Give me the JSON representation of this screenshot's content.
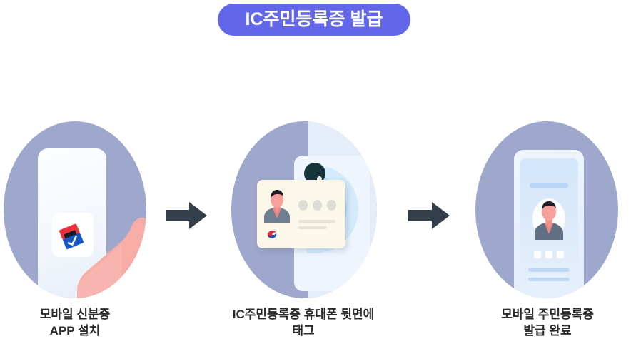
{
  "header": {
    "badge_label": "IC주민등록증 발급",
    "badge_color": "#6167e8",
    "badge_text_color": "#ffffff"
  },
  "theme": {
    "background": "#ffffff",
    "circle_fill": "#9ea8cd",
    "arrow_color": "#343d4a",
    "caption_color": "#2b2b2b",
    "card_fill": "#fbf8e9",
    "nfc_ripple_color": "#5bc2f5",
    "skin_color": "#f6a9a3",
    "app_icon_red": "#e8333f",
    "app_icon_blue": "#1456c8"
  },
  "steps": [
    {
      "index": 1,
      "caption_line1": "모바일 신분증",
      "caption_line2": "APP 설치",
      "illustration": "hand-holding-phone-with-app-icon",
      "icons": [
        "phone-icon",
        "hand-icon",
        "mobile-id-app-icon"
      ]
    },
    {
      "index": 2,
      "caption_line1": "IC주민등록증 휴대폰 뒷면에 태그",
      "caption_line2": "",
      "illustration": "id-card-tagged-on-phone-back-nfc",
      "icons": [
        "id-card-icon",
        "phone-back-icon",
        "camera-icon",
        "nfc-ripple-icon",
        "korean-flag-icon",
        "portrait-icon"
      ]
    },
    {
      "index": 3,
      "caption_line1": "모바일 주민등록증",
      "caption_line2": "발급 완료",
      "illustration": "phone-showing-issued-mobile-id",
      "icons": [
        "phone-icon",
        "portrait-icon"
      ]
    }
  ],
  "arrows": [
    {
      "index": 1,
      "name": "arrow-right-icon"
    },
    {
      "index": 2,
      "name": "arrow-right-icon"
    }
  ]
}
